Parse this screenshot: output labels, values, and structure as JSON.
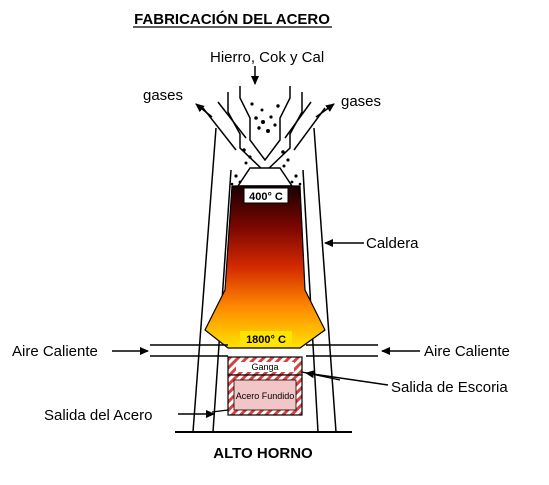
{
  "title": "FABRICACIÓN DEL ACERO",
  "caption": "ALTO HORNO",
  "labels": {
    "inlet": "Hierro, Cok y Cal",
    "gases_left": "gases",
    "gases_right": "gases",
    "boiler": "Caldera",
    "hot_air_left": "Aire Caliente",
    "hot_air_right": "Aire Caliente",
    "slag_outlet": "Salida de Escoria",
    "steel_outlet": "Salida del Acero"
  },
  "temperatures": {
    "top": "400° C",
    "bottom": "1800° C"
  },
  "crucible": {
    "gangue": "Ganga",
    "molten_steel": "Acero Fundido"
  },
  "colors": {
    "gradient_top": "#1a0000",
    "gradient_mid": "#c41a00",
    "gradient_low": "#ff7a00",
    "gradient_bottom": "#ffe000",
    "slag_hatch": "#d94040",
    "steel_fill": "#f2c6c6"
  }
}
